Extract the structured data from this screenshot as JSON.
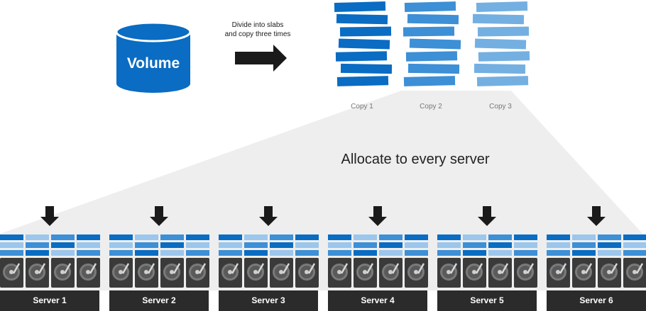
{
  "volume": {
    "label": "Volume",
    "color": "#0a6cc2"
  },
  "step": {
    "line1": "Divide into slabs",
    "line2": "and copy three times"
  },
  "copies": [
    {
      "label": "Copy 1",
      "color": "#0a6cc2"
    },
    {
      "label": "Copy 2",
      "color": "#3d8fd6"
    },
    {
      "label": "Copy 3",
      "color": "#74afe2"
    }
  ],
  "allocate_label": "Allocate to every server",
  "servers": [
    {
      "label": "Server 1"
    },
    {
      "label": "Server 2"
    },
    {
      "label": "Server 3"
    },
    {
      "label": "Server 4"
    },
    {
      "label": "Server 5"
    },
    {
      "label": "Server 6"
    }
  ],
  "colors": {
    "dark": "#2b2b2b",
    "slab_dark": "#0a6cc2",
    "slab_mid": "#3d8fd6",
    "slab_light": "#9cc6ec",
    "fan": "#eeeeee"
  },
  "icons": {
    "arrow": "arrow-right-icon",
    "drive": "hard-drive-icon",
    "down": "arrow-down-icon"
  }
}
